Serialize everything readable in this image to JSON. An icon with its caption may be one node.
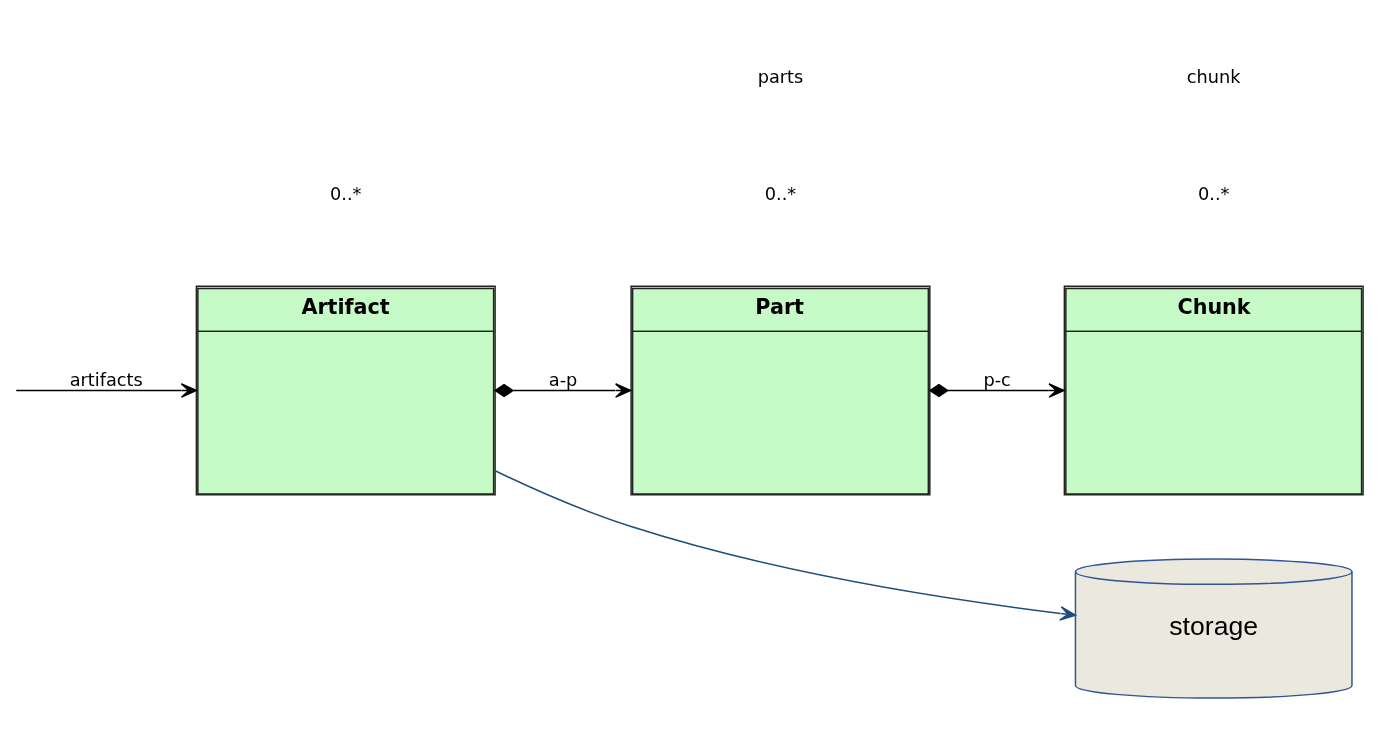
{
  "diagram": {
    "nodes": [
      {
        "text": [
          "Artifact"
        ]
      },
      {
        "text": [
          "Part"
        ]
      },
      {
        "text": [
          "Chunk"
        ]
      },
      {
        "text": [
          "storage"
        ]
      }
    ],
    "edges": [
      {
        "from": null,
        "to": 0,
        "arrow": "to",
        "label": "artifacts"
      },
      {
        "from": 0,
        "to": 1,
        "arrow": "to",
        "label": "a-p"
      },
      {
        "from": 1,
        "to": 2,
        "arrow": "to",
        "label": "p-c"
      },
      {
        "from": 0,
        "to": 3,
        "arrow": "to",
        "color": "#1f4e79"
      }
    ],
    "labels": [
      "0..*",
      "0..*",
      "parts",
      "0..*",
      "chunk"
    ]
  }
}
